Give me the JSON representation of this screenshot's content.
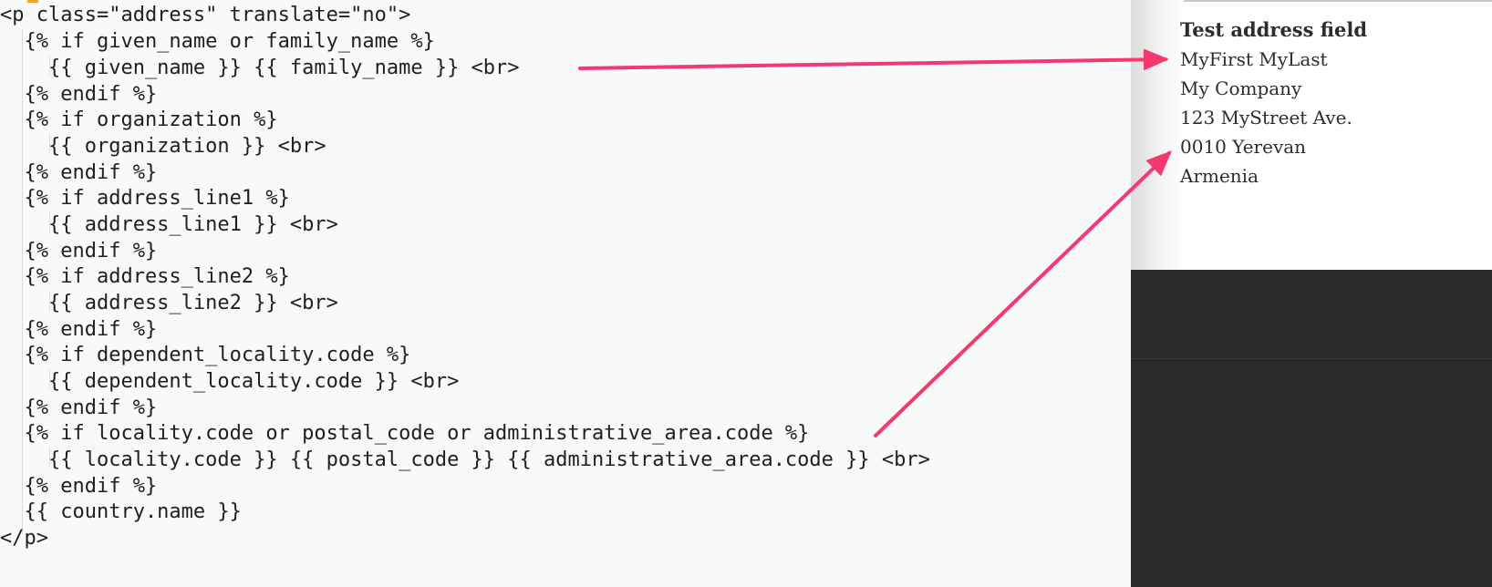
{
  "editor": {
    "lines": [
      "<p class=\"address\" translate=\"no\">",
      "  {% if given_name or family_name %}",
      "    {{ given_name }} {{ family_name }} <br>",
      "  {% endif %}",
      "  {% if organization %}",
      "    {{ organization }} <br>",
      "  {% endif %}",
      "  {% if address_line1 %}",
      "    {{ address_line1 }} <br>",
      "  {% endif %}",
      "  {% if address_line2 %}",
      "    {{ address_line2 }} <br>",
      "  {% endif %}",
      "  {% if dependent_locality.code %}",
      "    {{ dependent_locality.code }} <br>",
      "  {% endif %}",
      "  {% if locality.code or postal_code or administrative_area.code %}",
      "    {{ locality.code }} {{ postal_code }} {{ administrative_area.code }} <br>",
      "  {% endif %}",
      "  {{ country.name }}",
      "</p>"
    ]
  },
  "preview": {
    "title": "Test address field",
    "address_lines": [
      "MyFirst MyLast",
      "My Company",
      "123 MyStreet Ave.",
      "0010 Yerevan",
      "Armenia"
    ]
  },
  "colors": {
    "arrow": "#f5386e",
    "editor_bg": "#f8fafa",
    "dark_bg": "#2a2a2a"
  }
}
